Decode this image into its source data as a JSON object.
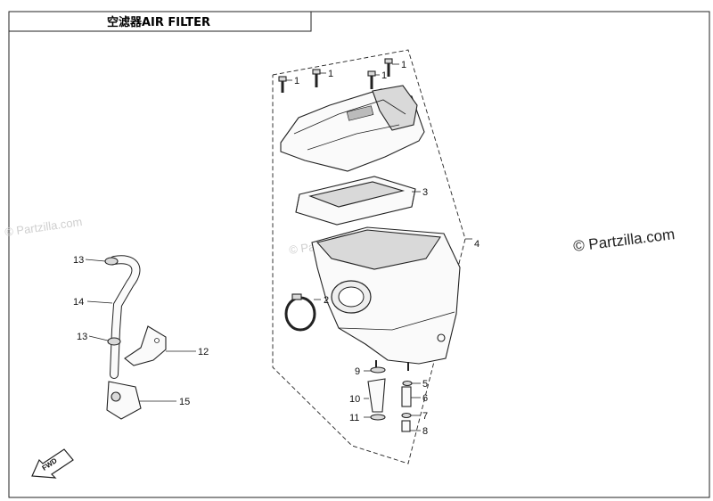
{
  "title": "空滤器AIR FILTER",
  "watermark_main": "© Partzilla.com",
  "watermark_faint": "© Partzilla.com",
  "fwd_label": "FWD",
  "callouts": [
    {
      "label": "1"
    },
    {
      "label": "1"
    },
    {
      "label": "1"
    },
    {
      "label": "1"
    },
    {
      "label": "2"
    },
    {
      "label": "3"
    },
    {
      "label": "4"
    },
    {
      "label": "5"
    },
    {
      "label": "6"
    },
    {
      "label": "7"
    },
    {
      "label": "8"
    },
    {
      "label": "9"
    },
    {
      "label": "10"
    },
    {
      "label": "11"
    },
    {
      "label": "12"
    },
    {
      "label": "13"
    },
    {
      "label": "13"
    },
    {
      "label": "14"
    },
    {
      "label": "15"
    }
  ]
}
